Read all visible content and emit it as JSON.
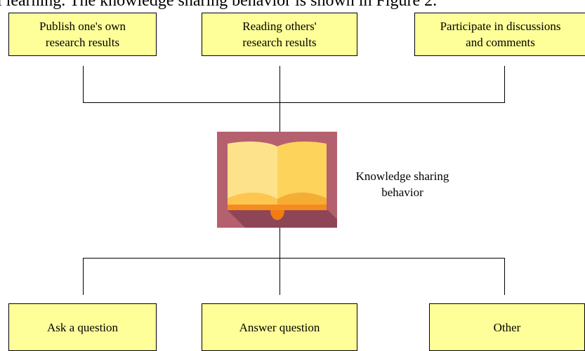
{
  "caption": "l learning. The knowledge sharing behavior is shown in Figure 2.",
  "colors": {
    "box_fill": "#ffff99",
    "box_border": "#000000",
    "icon_background": "#b5606e",
    "icon_shadow": "#8e4656",
    "book_left_page": "#fde28b",
    "book_right_page": "#fdd35c",
    "book_lower_left": "#fdc64f",
    "book_lower_right": "#f6ad33",
    "book_spine": "#f68a1e",
    "book_bookmark": "#f07d14"
  },
  "diagram": {
    "center": {
      "icon": "open-book-icon",
      "label": "Knowledge sharing\nbehavior"
    },
    "top_nodes": [
      {
        "label": "Publish one's own\nresearch results"
      },
      {
        "label": "Reading others'\nresearch results"
      },
      {
        "label": "Participate in discussions\nand comments"
      }
    ],
    "bottom_nodes": [
      {
        "label": "Ask a question"
      },
      {
        "label": "Answer question"
      },
      {
        "label": "Other"
      }
    ]
  }
}
